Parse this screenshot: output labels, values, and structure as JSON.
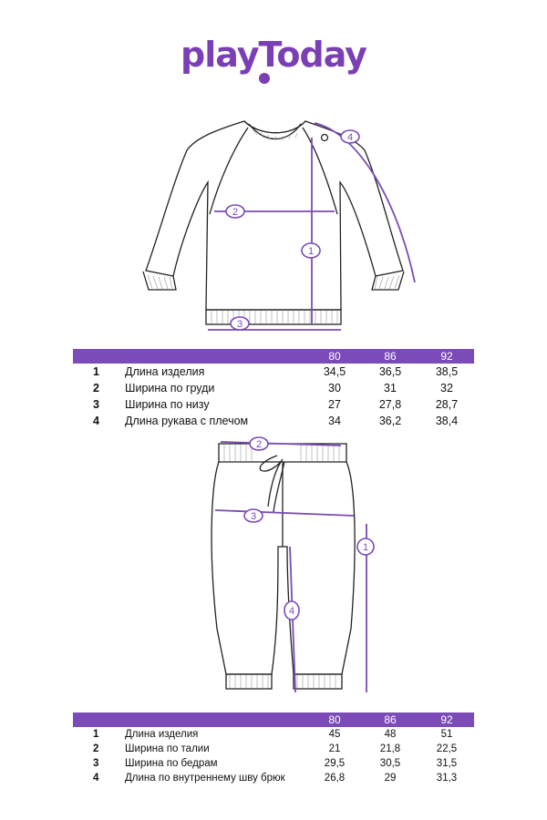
{
  "brand": {
    "name": "playToday",
    "color": "#7b3fb5"
  },
  "accent": "#7b4bb8",
  "tables": [
    {
      "sizes": [
        "80",
        "86",
        "92"
      ],
      "rows": [
        {
          "n": "1",
          "label": "Длина изделия",
          "values": [
            "34,5",
            "36,5",
            "38,5"
          ]
        },
        {
          "n": "2",
          "label": "Ширина по груди",
          "values": [
            "30",
            "31",
            "32"
          ]
        },
        {
          "n": "3",
          "label": "Ширина по низу",
          "values": [
            "27",
            "27,8",
            "28,7"
          ]
        },
        {
          "n": "4",
          "label": "Длина рукава с плечом",
          "values": [
            "34",
            "36,2",
            "38,4"
          ]
        }
      ]
    },
    {
      "sizes": [
        "80",
        "86",
        "92"
      ],
      "rows": [
        {
          "n": "1",
          "label": "Длина изделия",
          "values": [
            "45",
            "48",
            "51"
          ]
        },
        {
          "n": "2",
          "label": "Ширина по талии",
          "values": [
            "21",
            "21,8",
            "22,5"
          ]
        },
        {
          "n": "3",
          "label": "Ширина по бедрам",
          "values": [
            "29,5",
            "30,5",
            "31,5"
          ]
        },
        {
          "n": "4",
          "label": "Длина по внутреннему шву брюк",
          "values": [
            "26,8",
            "29",
            "31,3"
          ]
        }
      ]
    }
  ],
  "markers": {
    "m1": "1",
    "m2": "2",
    "m3": "3",
    "m4": "4"
  }
}
